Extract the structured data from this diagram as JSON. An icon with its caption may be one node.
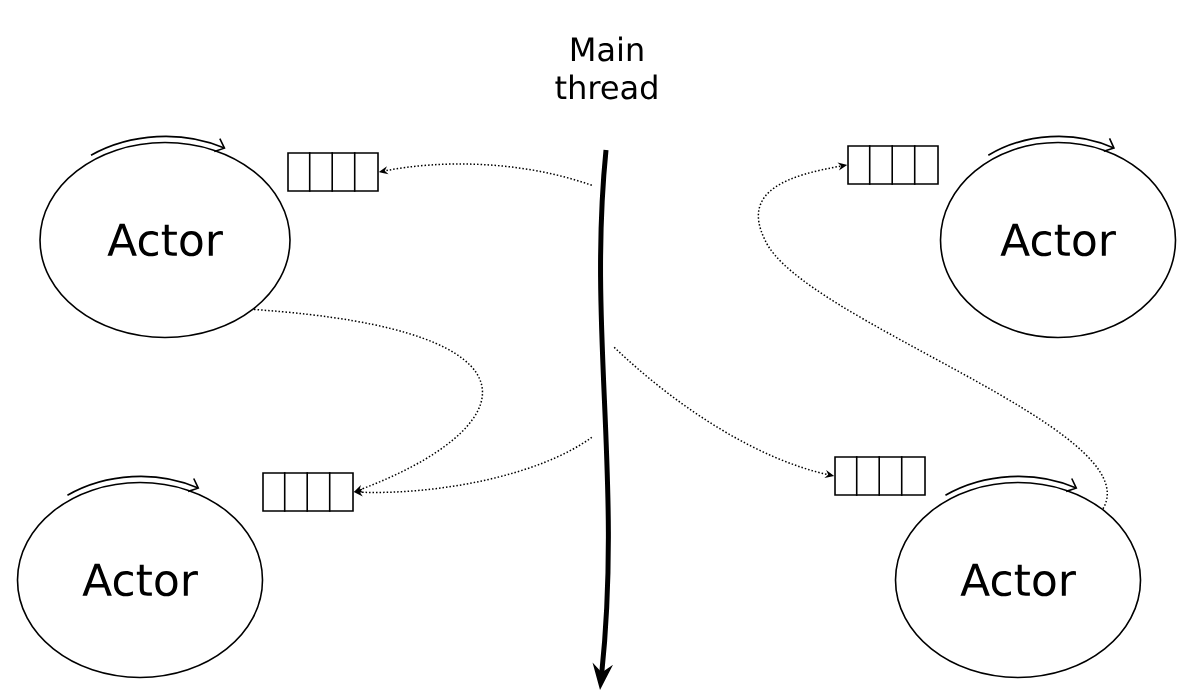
{
  "diagram": {
    "nodes": [
      {
        "text": [
          "Main thread"
        ]
      },
      {
        "text": [
          "Actor"
        ]
      },
      {
        "text": [
          "Actor"
        ]
      },
      {
        "text": [
          "Actor"
        ]
      },
      {
        "text": [
          "Actor"
        ]
      },
      {
        "text": [],
        "shape": "box"
      },
      {
        "text": [],
        "shape": "box"
      },
      {
        "text": [],
        "shape": "box"
      },
      {
        "text": [],
        "shape": "box"
      }
    ],
    "edges": [
      {
        "from": 0,
        "to": 5,
        "arrow": "to"
      },
      {
        "from": 1,
        "to": 7,
        "arrow": "to"
      },
      {
        "from": 0,
        "to": 7,
        "arrow": "to"
      },
      {
        "from": 0,
        "to": 8,
        "arrow": "to"
      },
      {
        "from": 4,
        "to": 6,
        "arrow": "to"
      }
    ]
  }
}
